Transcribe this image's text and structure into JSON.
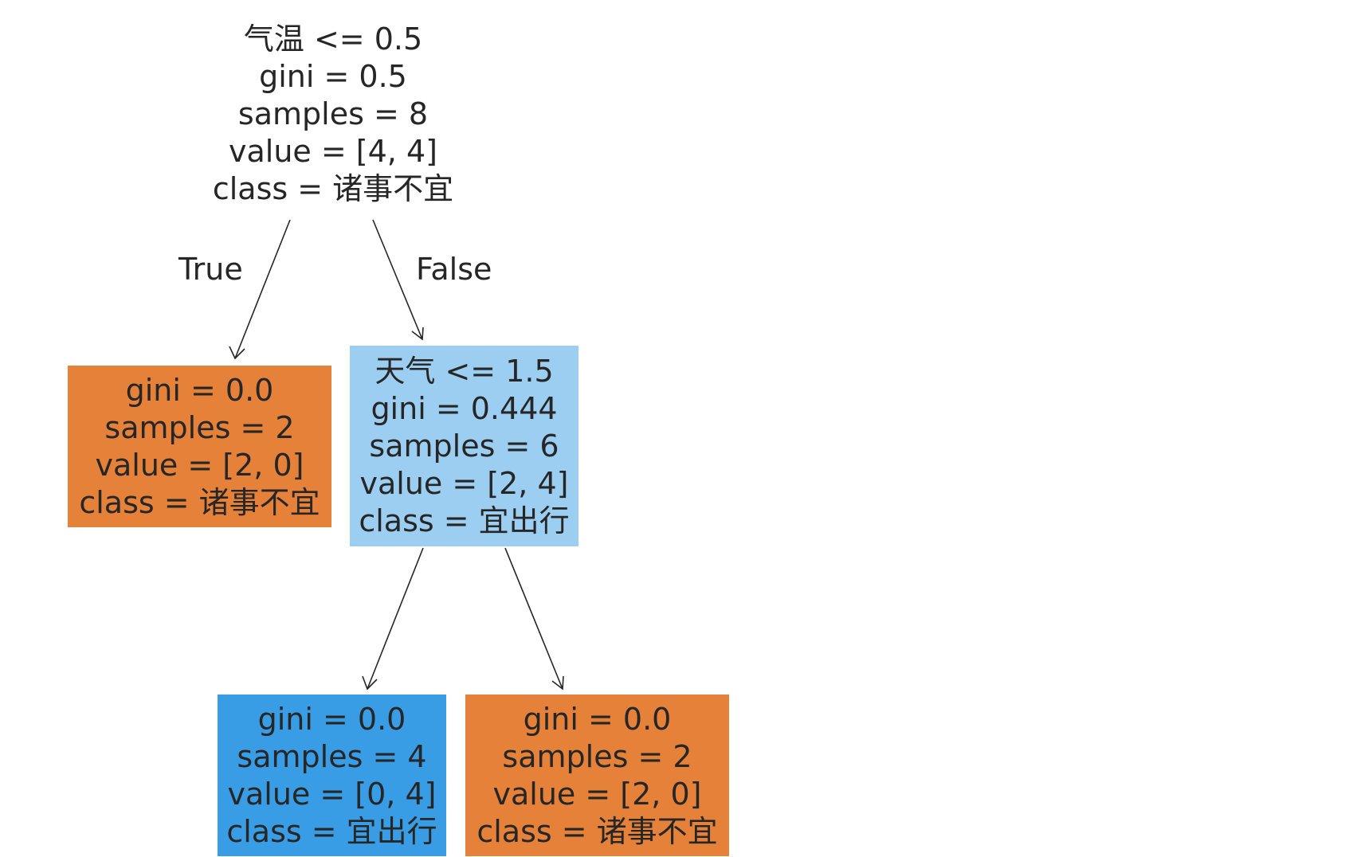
{
  "tree": {
    "nodes": [
      {
        "id": "root",
        "condition": "气温 <= 0.5",
        "gini": "gini = 0.5",
        "samples": "samples = 8",
        "value": "value = [4, 4]",
        "class": "class = 诸事不宜",
        "fill": "none"
      },
      {
        "id": "left",
        "condition": "",
        "gini": "gini = 0.0",
        "samples": "samples = 2",
        "value": "value = [2, 0]",
        "class": "class = 诸事不宜",
        "fill": "#e58139"
      },
      {
        "id": "right",
        "condition": "天气 <= 1.5",
        "gini": "gini = 0.444",
        "samples": "samples = 6",
        "value": "value = [2, 4]",
        "class": "class = 宜出行",
        "fill": "#9ccef2"
      },
      {
        "id": "right-left",
        "condition": "",
        "gini": "gini = 0.0",
        "samples": "samples = 4",
        "value": "value = [0, 4]",
        "class": "class = 宜出行",
        "fill": "#399de5"
      },
      {
        "id": "right-right",
        "condition": "",
        "gini": "gini = 0.0",
        "samples": "samples = 2",
        "value": "value = [2, 0]",
        "class": "class = 诸事不宜",
        "fill": "#e58139"
      }
    ],
    "edge_labels": {
      "true_label": "True",
      "false_label": "False"
    }
  }
}
